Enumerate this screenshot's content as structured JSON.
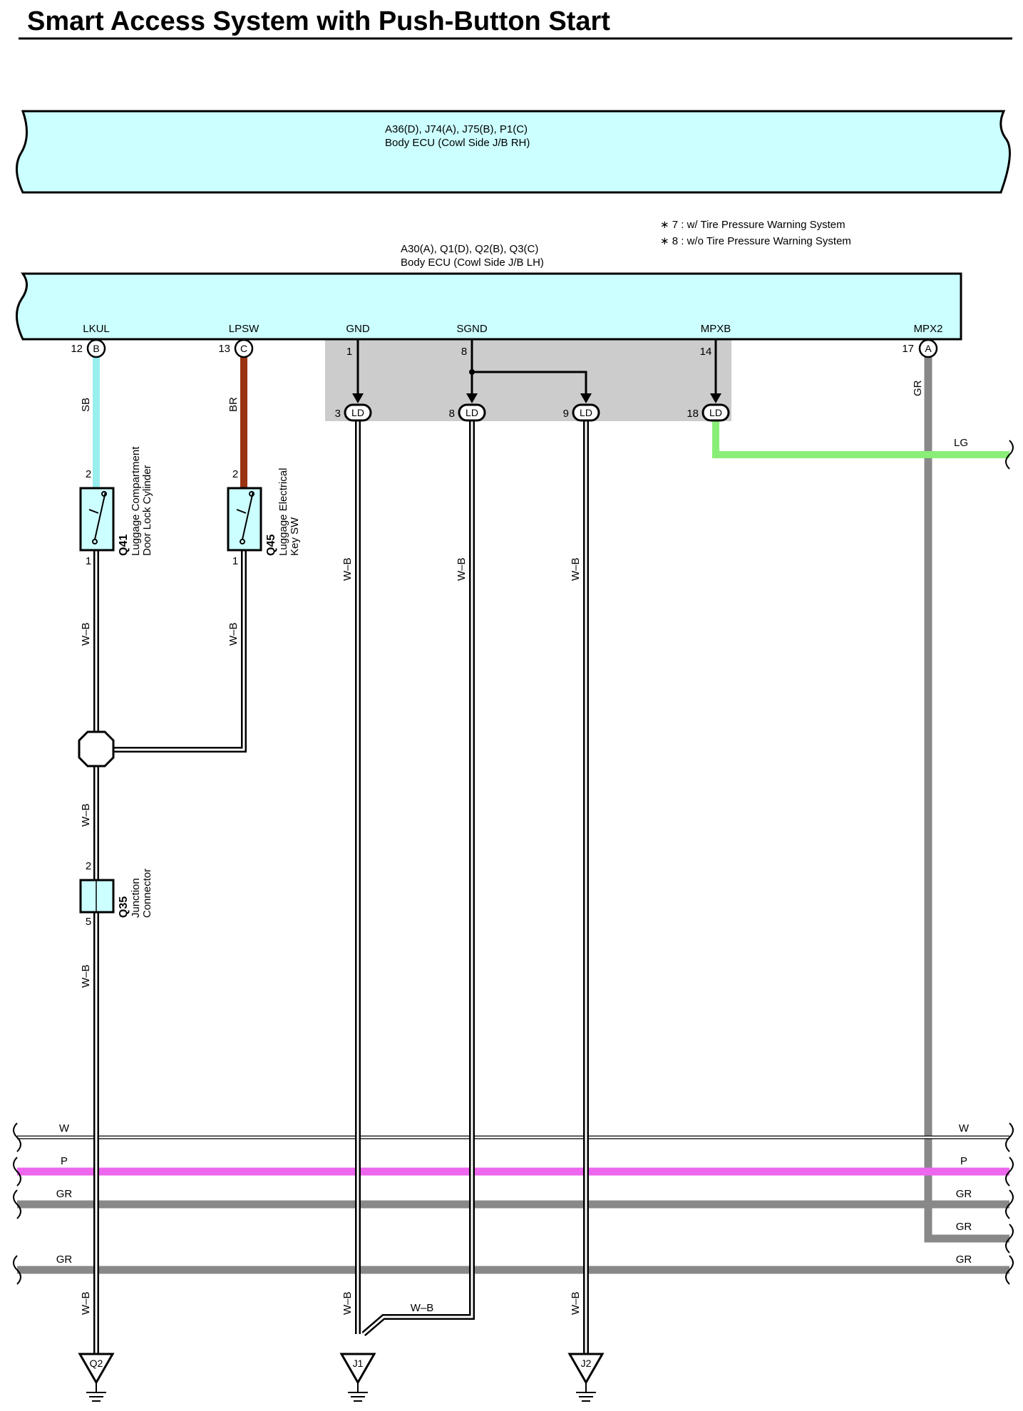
{
  "title": "Smart Access System with Push-Button Start",
  "ecu_rh": {
    "code": "A36(D), J74(A), J75(B), P1(C)",
    "name": "Body ECU (Cowl Side J/B RH)"
  },
  "notes": [
    "∗ 7 : w/ Tire Pressure Warning System",
    "∗ 8 : w/o Tire Pressure Warning System"
  ],
  "ecu_lh": {
    "code": "A30(A), Q1(D), Q2(B), Q3(C)",
    "name": "Body ECU (Cowl Side J/B LH)",
    "terminals": [
      {
        "name": "LKUL",
        "pin": "12",
        "conn": "B"
      },
      {
        "name": "LPSW",
        "pin": "13",
        "conn": "C"
      },
      {
        "name": "GND",
        "pin": "1"
      },
      {
        "name": "SGND",
        "pin": "8"
      },
      {
        "name": "MPXB",
        "pin": "14"
      },
      {
        "name": "MPX2",
        "pin": "17",
        "conn": "A"
      }
    ]
  },
  "ld_connectors": [
    {
      "pin": "3",
      "label": "LD"
    },
    {
      "pin": "8",
      "label": "LD"
    },
    {
      "pin": "9",
      "label": "LD"
    },
    {
      "pin": "18",
      "label": "LD"
    }
  ],
  "components": {
    "q41": {
      "code": "Q41",
      "name_line1": "Luggage Compartment",
      "name_line2": "Door Lock Cylinder",
      "pin_top": "2",
      "pin_bottom": "1"
    },
    "q45": {
      "code": "Q45",
      "name_line1": "Luggage Electrical",
      "name_line2": "Key SW",
      "pin_top": "2",
      "pin_bottom": "1"
    },
    "q35": {
      "code": "Q35",
      "name_line1": "Junction",
      "name_line2": "Connector",
      "pin_top": "2",
      "pin_bottom": "5"
    }
  },
  "wire_labels": {
    "sb": "SB",
    "br": "BR",
    "gr": "GR",
    "lg": "LG",
    "wb": "W–B",
    "w": "W",
    "p": "P"
  },
  "grounds": [
    "Q2",
    "J1",
    "J2"
  ],
  "colors": {
    "ecu_fill": "#ccffff",
    "sb": "#99eeee",
    "br": "#993311",
    "lg": "#88ee77",
    "gr": "#888888",
    "p": "#ee66ee",
    "shield": "#cccccc"
  }
}
